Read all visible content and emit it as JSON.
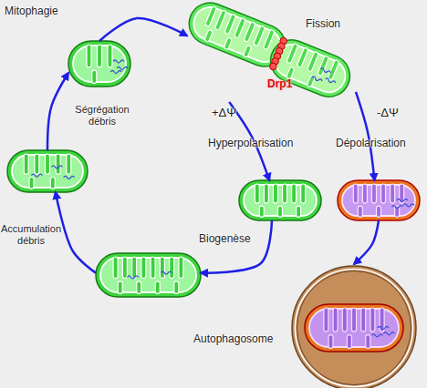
{
  "diagram": {
    "title": "Mitophagie",
    "nodes": [
      {
        "text": [
          "Fission",
          "Drp1"
        ]
      },
      {
        "text": [
          "Hyperpolarisation"
        ]
      },
      {
        "text": [
          "Dépolarisation"
        ]
      },
      {
        "text": [
          "Autophagosome"
        ]
      },
      {
        "text": [
          "Biogenèse"
        ]
      },
      {
        "text": [
          "Accumulation débris"
        ]
      },
      {
        "text": [
          "Ségrégation débris"
        ]
      }
    ],
    "edges": [
      {
        "from": 0,
        "to": 1,
        "label": "+ΔΨ",
        "arrow": "to"
      },
      {
        "from": 0,
        "to": 2,
        "label": "-ΔΨ",
        "arrow": "to"
      },
      {
        "from": 2,
        "to": 3,
        "arrow": "to"
      },
      {
        "from": 1,
        "to": 4,
        "arrow": "to"
      },
      {
        "from": 4,
        "to": 5,
        "arrow": "to"
      },
      {
        "from": 5,
        "to": 6,
        "arrow": "to"
      },
      {
        "from": 6,
        "to": 0,
        "arrow": "to"
      }
    ]
  }
}
